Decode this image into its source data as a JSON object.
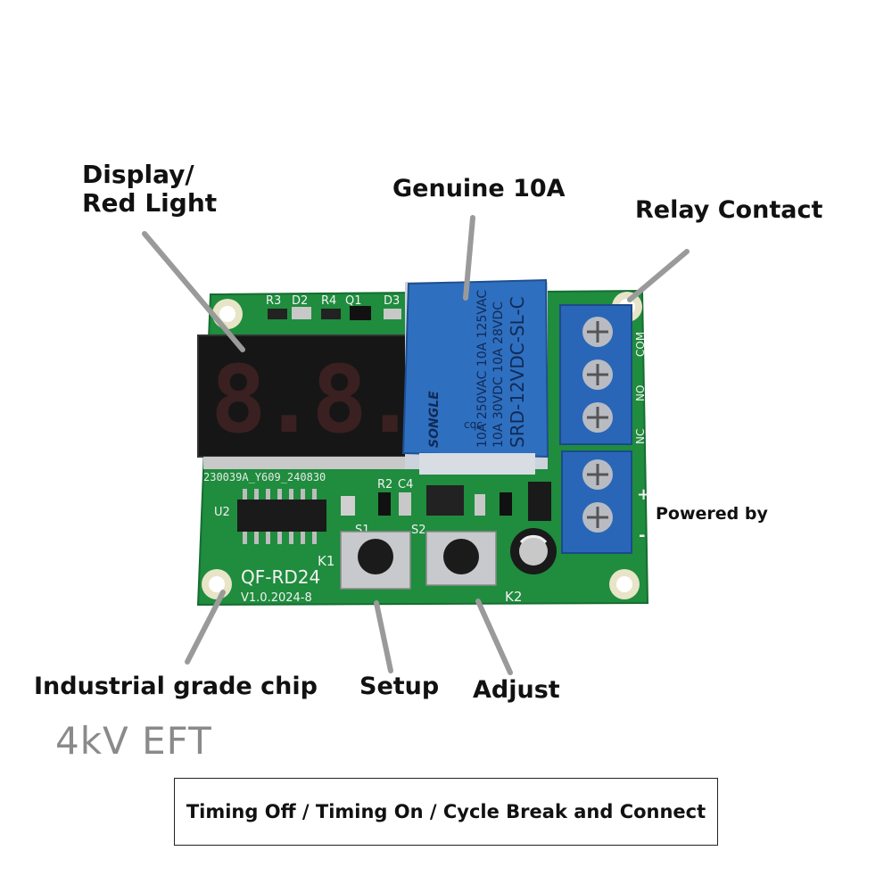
{
  "callouts": {
    "display_line1": "Display/",
    "display_line2": "Red Light",
    "relay_rating": "Genuine 10A",
    "relay_contact": "Relay Contact",
    "powered_by": "Powered by",
    "chip": "Industrial grade chip",
    "setup": "Setup",
    "adjust": "Adjust"
  },
  "eft_rating": "4kV EFT",
  "modes": "Timing Off / Timing On / Cycle Break and Connect",
  "board": {
    "model": "QF-RD24",
    "version": "V1.0.2024-8",
    "serial": "230039A_Y609_240830",
    "chip_ref": "U2",
    "button_k1": "K1",
    "button_k2": "K2",
    "switch_s1": "S1",
    "switch_s2": "S2",
    "ref_r2": "R2",
    "ref_c4": "C4",
    "ref_r3": "R3",
    "ref_d2": "D2",
    "ref_r4": "R4",
    "ref_q1": "Q1",
    "ref_d3": "D3",
    "term_com": "COM",
    "term_no": "NO",
    "term_nc": "NC",
    "term_plus": "+",
    "term_minus": "-",
    "display_digits": "8.8.8."
  },
  "relay": {
    "brand": "SONGLE",
    "model": "SRD-12VDC-SL-C",
    "line1": "10A 250VAC 10A 125VAC",
    "line2": "10A 30VDC 10A 28VDC",
    "cert": "cqc"
  },
  "colors": {
    "pcb": "#1f8c3e",
    "relay": "#2f6fc0",
    "terminal": "#2a66b8",
    "display": "#161616",
    "segment": "#3a2020",
    "arrow": "#9a9a9a"
  }
}
